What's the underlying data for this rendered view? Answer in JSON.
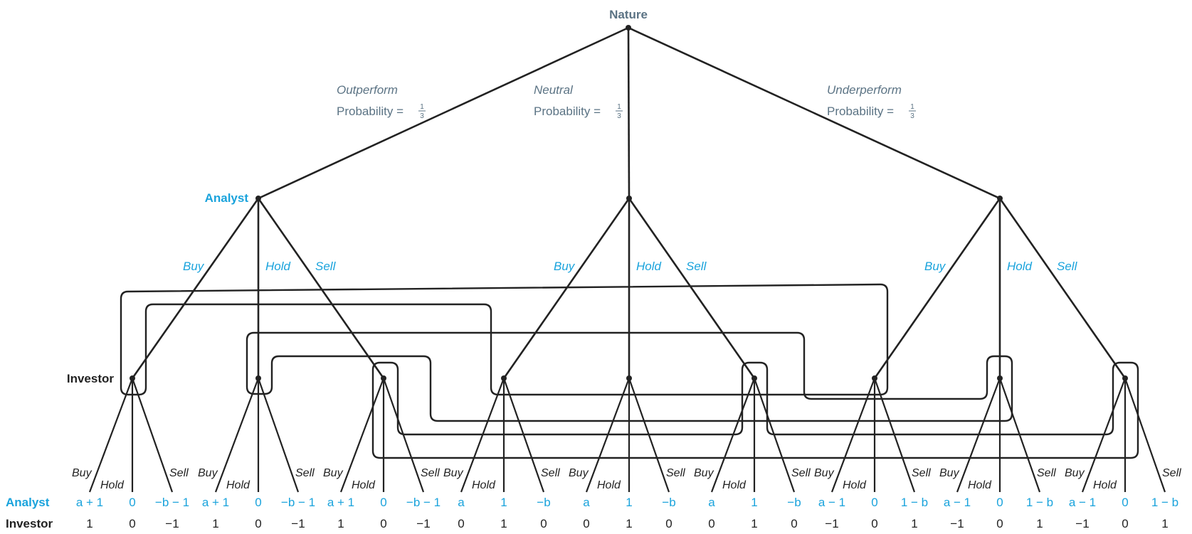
{
  "nature": {
    "label": "Nature",
    "branches": [
      {
        "name": "Outperform",
        "prob_text": "Probability =",
        "prob_num": "1",
        "prob_den": "3"
      },
      {
        "name": "Neutral",
        "prob_text": "Probability =",
        "prob_num": "1",
        "prob_den": "3"
      },
      {
        "name": "Underperform",
        "prob_text": "Probability =",
        "prob_num": "1",
        "prob_den": "3"
      }
    ]
  },
  "players": {
    "analyst": "Analyst",
    "investor": "Investor"
  },
  "analyst_actions": [
    "Buy",
    "Hold",
    "Sell"
  ],
  "investor_actions": [
    "Buy",
    "Hold",
    "Sell"
  ],
  "payoff_row_labels": {
    "analyst": "Analyst",
    "investor": "Investor"
  },
  "payoffs": {
    "analyst": [
      "a + 1",
      "0",
      "−b − 1",
      "a + 1",
      "0",
      "−b − 1",
      "a + 1",
      "0",
      "−b − 1",
      "a",
      "1",
      "−b",
      "a",
      "1",
      "−b",
      "a",
      "1",
      "−b",
      "a − 1",
      "0",
      "1 − b",
      "a − 1",
      "0",
      "1 − b",
      "a − 1",
      "0",
      "1 − b"
    ],
    "investor": [
      "1",
      "0",
      "−1",
      "1",
      "0",
      "−1",
      "1",
      "0",
      "−1",
      "0",
      "1",
      "0",
      "0",
      "1",
      "0",
      "0",
      "1",
      "0",
      "−1",
      "0",
      "1",
      "−1",
      "0",
      "1",
      "−1",
      "0",
      "1"
    ]
  },
  "colors": {
    "analyst": "#1aa3dc",
    "investor": "#222222",
    "nature": "#5b7384",
    "lines": "#222222"
  }
}
